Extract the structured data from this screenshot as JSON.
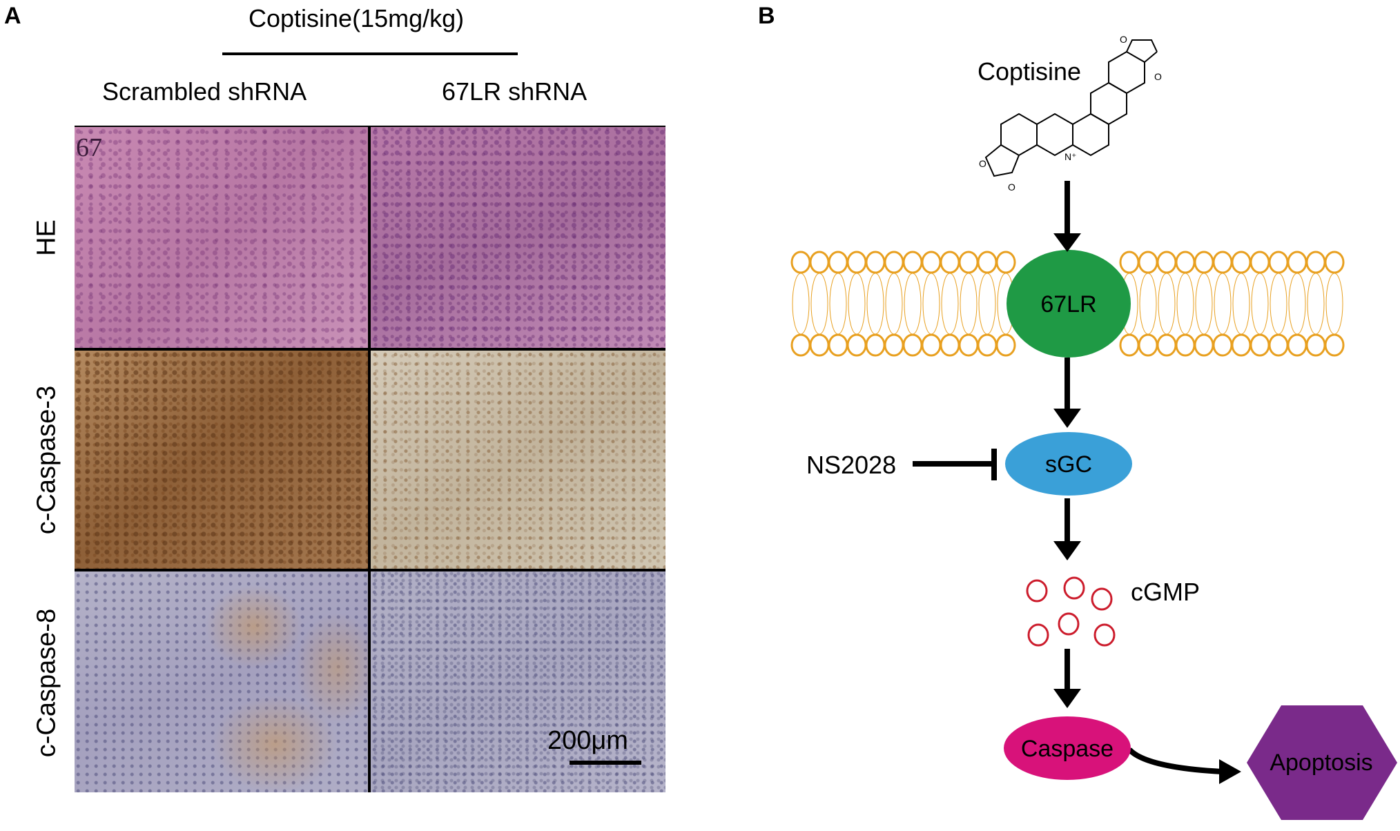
{
  "panelA": {
    "letter": "A",
    "treatment": "Coptisine(15mg/kg)",
    "columns": [
      "Scrambled shRNA",
      "67LR shRNA"
    ],
    "rows": [
      "HE",
      "c-Caspase-3",
      "c-Caspase-8"
    ],
    "tile_corner_text": "67",
    "scale_bar": "200μm"
  },
  "panelB": {
    "letter": "B",
    "compound": "Coptisine",
    "receptor": "67LR",
    "inhibitor": "NS2028",
    "enzyme": "sGC",
    "messenger": "cGMP",
    "executor": "Caspase",
    "outcome": "Apoptosis",
    "ring_charge": "N⁺"
  },
  "colors": {
    "he": "#c07aa5",
    "caspase3_scrambled": "#8a5a30",
    "caspase3_shrna": "#c8bda8",
    "caspase8": "#a9a6c2",
    "membrane": "#e8a020",
    "receptor": "#1f9a45",
    "enzyme": "#3aa0d8",
    "messenger": "#cc1c2c",
    "executor": "#d8127a",
    "outcome": "#7a2a8a"
  }
}
